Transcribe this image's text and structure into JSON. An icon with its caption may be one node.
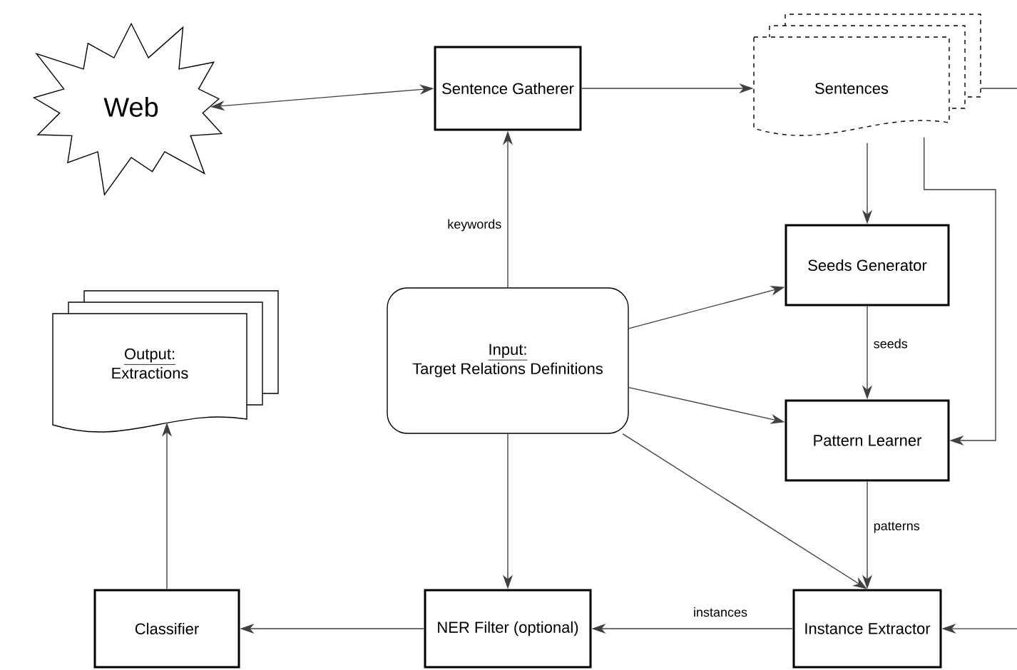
{
  "diagram": {
    "nodes": [
      {
        "text": [
          "Web"
        ]
      },
      {
        "text": [
          "Sentence Gatherer"
        ]
      },
      {
        "text": [
          "Sentences"
        ]
      },
      {
        "text": [
          "Seeds Generator"
        ]
      },
      {
        "text": [
          "Output:",
          "Extractions"
        ]
      },
      {
        "text": [
          "Input:",
          "Target Relations Definitions"
        ]
      },
      {
        "text": [
          "Pattern Learner"
        ]
      },
      {
        "text": [
          "Classifier"
        ]
      },
      {
        "text": [
          "NER Filter (optional)"
        ]
      },
      {
        "text": [
          "Instance Extractor"
        ]
      }
    ],
    "edges": [
      {
        "from": 0,
        "to": 1,
        "arrow": "both"
      },
      {
        "from": 1,
        "to": 2,
        "arrow": "to"
      },
      {
        "from": 5,
        "to": 1,
        "arrow": "to",
        "label": "keywords"
      },
      {
        "from": 2,
        "to": 3,
        "arrow": "to"
      },
      {
        "from": 2,
        "to": 6,
        "arrow": "to"
      },
      {
        "from": 2,
        "to": null,
        "arrow": "none"
      },
      {
        "from": 5,
        "to": 3,
        "arrow": "to"
      },
      {
        "from": 3,
        "to": 6,
        "arrow": "to",
        "label": "seeds"
      },
      {
        "from": 5,
        "to": 6,
        "arrow": "to"
      },
      {
        "from": 5,
        "to": 9,
        "arrow": "to"
      },
      {
        "from": 6,
        "to": 9,
        "arrow": "to",
        "label": "patterns"
      },
      {
        "from": 5,
        "to": 8,
        "arrow": "to"
      },
      {
        "from": 9,
        "to": 8,
        "arrow": "to",
        "label": "instances"
      },
      {
        "from": 8,
        "to": 7,
        "arrow": "to"
      },
      {
        "from": 7,
        "to": 4,
        "arrow": "to"
      },
      {
        "from": null,
        "to": 9,
        "arrow": "to"
      }
    ]
  }
}
